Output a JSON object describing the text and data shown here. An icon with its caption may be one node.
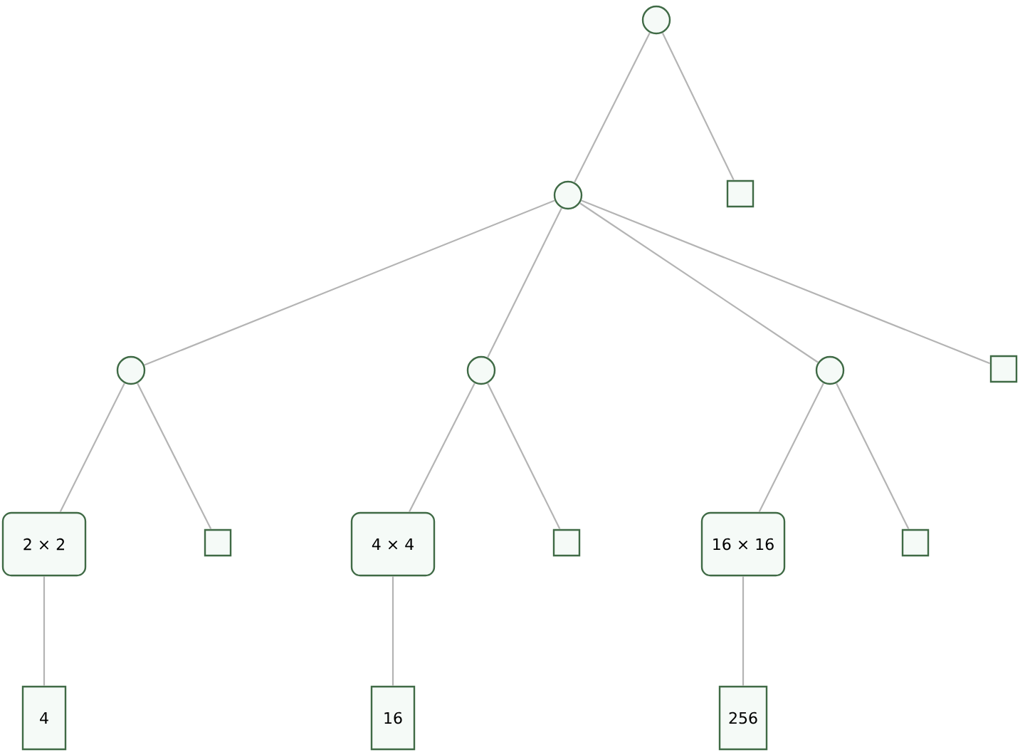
{
  "diagram": {
    "nodes": [
      {
        "text": [],
        "shape": "circle"
      },
      {
        "text": [],
        "shape": "box"
      },
      {
        "text": [],
        "shape": "circle"
      },
      {
        "text": [],
        "shape": "circle"
      },
      {
        "text": [],
        "shape": "circle"
      },
      {
        "text": [],
        "shape": "circle"
      },
      {
        "text": [],
        "shape": "box"
      },
      {
        "text": [
          "2 × 2"
        ]
      },
      {
        "text": [],
        "shape": "box"
      },
      {
        "text": [
          "4 × 4"
        ]
      },
      {
        "text": [],
        "shape": "box"
      },
      {
        "text": [
          "16 × 16"
        ]
      },
      {
        "text": [],
        "shape": "box"
      },
      {
        "text": [
          "4"
        ]
      },
      {
        "text": [
          "16"
        ]
      },
      {
        "text": [
          "256"
        ]
      }
    ],
    "edges": [
      {
        "from": 0,
        "to": 2,
        "arrow": "none"
      },
      {
        "from": 0,
        "to": 1,
        "arrow": "none"
      },
      {
        "from": 2,
        "to": 3,
        "arrow": "none"
      },
      {
        "from": 2,
        "to": 4,
        "arrow": "none"
      },
      {
        "from": 2,
        "to": 5,
        "arrow": "none"
      },
      {
        "from": 2,
        "to": 6,
        "arrow": "none"
      },
      {
        "from": 3,
        "to": 7,
        "arrow": "none"
      },
      {
        "from": 3,
        "to": 8,
        "arrow": "none"
      },
      {
        "from": 4,
        "to": 9,
        "arrow": "none"
      },
      {
        "from": 4,
        "to": 10,
        "arrow": "none"
      },
      {
        "from": 5,
        "to": 11,
        "arrow": "none"
      },
      {
        "from": 5,
        "to": 12,
        "arrow": "none"
      },
      {
        "from": 7,
        "to": 13,
        "arrow": "none"
      },
      {
        "from": 9,
        "to": 14,
        "arrow": "none"
      },
      {
        "from": 11,
        "to": 15,
        "arrow": "none"
      }
    ]
  }
}
